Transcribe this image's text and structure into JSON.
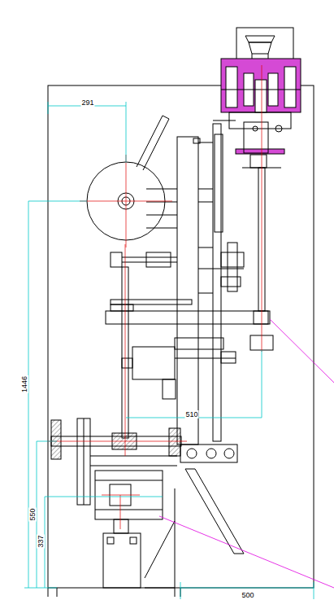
{
  "diagram": {
    "labels": [
      "291",
      "1446",
      "510",
      "550",
      "337",
      "500"
    ]
  }
}
